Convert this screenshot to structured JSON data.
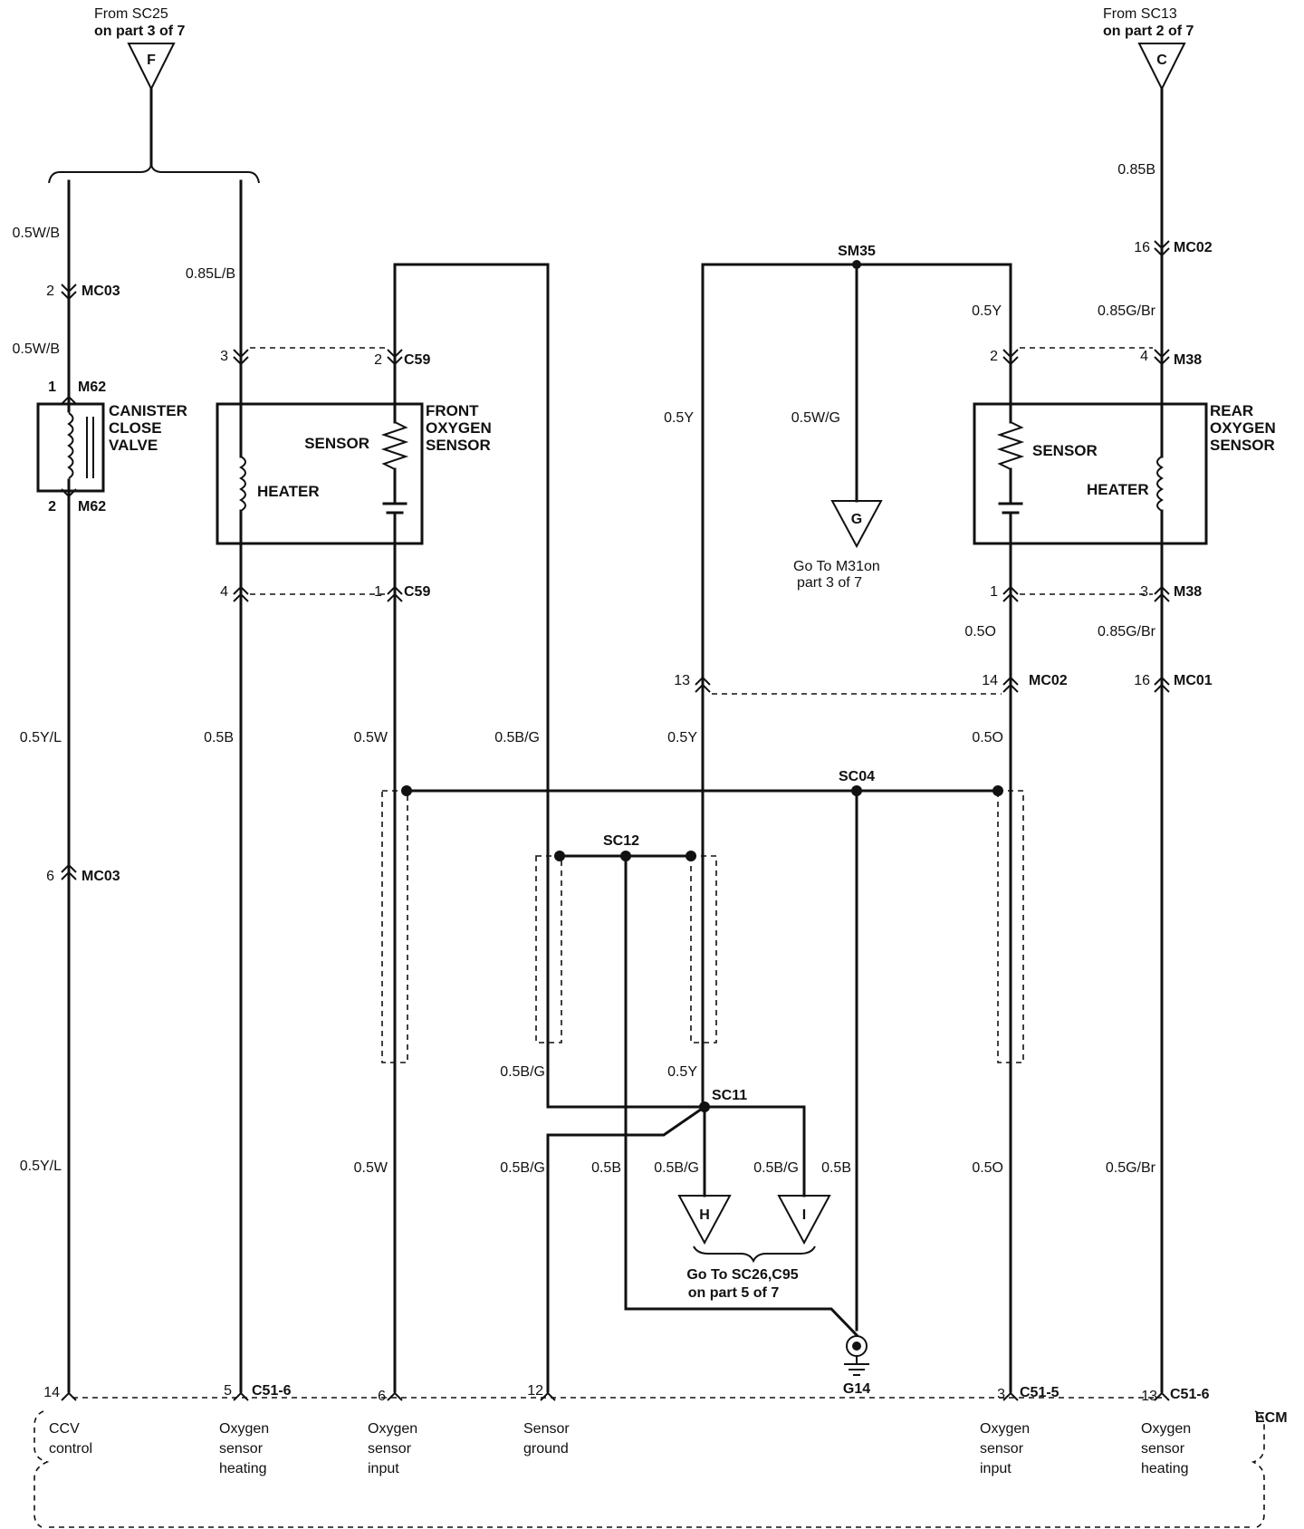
{
  "offpage": {
    "F": {
      "letter": "F",
      "note1": "From SC25",
      "note2": "on part 3 of 7"
    },
    "C": {
      "letter": "C",
      "note1": "From SC13",
      "note2": "on part 2 of 7"
    },
    "G": {
      "letter": "G",
      "note1": "Go To M31on",
      "note2": "part 3 of 7"
    },
    "H": {
      "letter": "H"
    },
    "I": {
      "letter": "I"
    },
    "HI_note1": "Go To SC26,C95",
    "HI_note2": "on part 5 of 7"
  },
  "components": {
    "canister": {
      "l1": "CANISTER",
      "l2": "CLOSE",
      "l3": "VALVE"
    },
    "front_o2": {
      "l1": "FRONT",
      "l2": "OXYGEN",
      "l3": "SENSOR",
      "sensor": "SENSOR",
      "heater": "HEATER"
    },
    "rear_o2": {
      "l1": "REAR",
      "l2": "OXYGEN",
      "l3": "SENSOR",
      "sensor": "SENSOR",
      "heater": "HEATER"
    },
    "ecm": "ECM",
    "ground": "G14"
  },
  "splices": {
    "sm35": "SM35",
    "sc04": "SC04",
    "sc12": "SC12",
    "sc11": "SC11"
  },
  "connectors": {
    "mc03": "MC03",
    "m62": "M62",
    "c59": "C59",
    "mc02": "MC02",
    "m38": "M38",
    "mc01": "MC01",
    "c51_6": "C51-6",
    "c51_5": "C51-5"
  },
  "pins": {
    "p2": "2",
    "p1": "1",
    "p6": "6",
    "p3": "3",
    "p4": "4",
    "p16": "16",
    "p13": "13",
    "p14": "14",
    "p5": "5",
    "p12": "12"
  },
  "wires": {
    "w05WB": "0.5W/B",
    "w085LB": "0.85L/B",
    "w05YL": "0.5Y/L",
    "w05B": "0.5B",
    "w05W": "0.5W",
    "w05BG": "0.5B/G",
    "w05Y": "0.5Y",
    "w05WG": "0.5W/G",
    "w085B": "0.85B",
    "w085GBr": "0.85G/Br",
    "w05O": "0.5O",
    "w05GBr": "0.5G/Br"
  },
  "ecm_pins": {
    "ccv": {
      "l1": "CCV",
      "l2": "control"
    },
    "o2h1": {
      "l1": "Oxygen",
      "l2": "sensor",
      "l3": "heating"
    },
    "o2i1": {
      "l1": "Oxygen",
      "l2": "sensor",
      "l3": "input"
    },
    "sg": {
      "l1": "Sensor",
      "l2": "ground"
    },
    "o2i2": {
      "l1": "Oxygen",
      "l2": "sensor",
      "l3": "input"
    },
    "o2h2": {
      "l1": "Oxygen",
      "l2": "sensor",
      "l3": "heating"
    }
  }
}
